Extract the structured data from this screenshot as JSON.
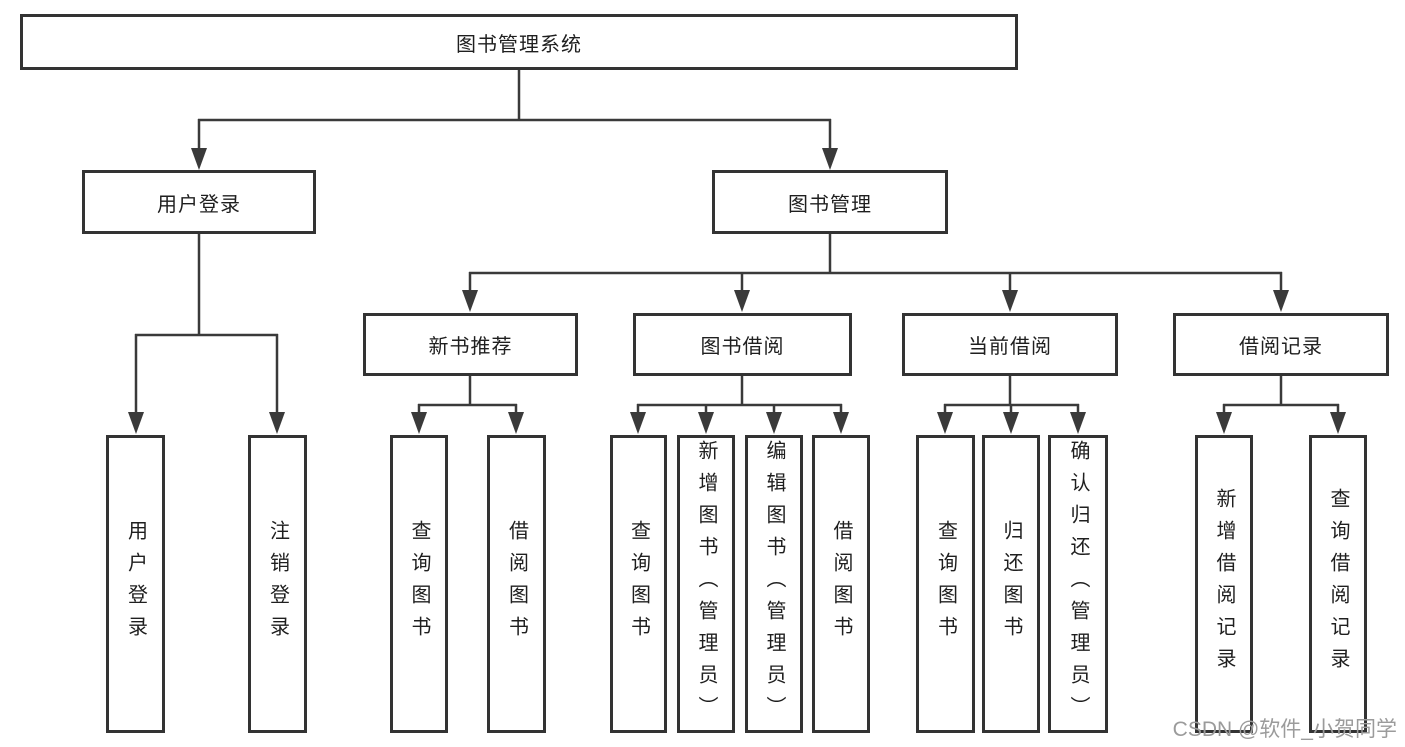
{
  "diagram": {
    "root": "图书管理系统",
    "branches": [
      {
        "label": "用户登录",
        "children": [
          "用户登录",
          "注销登录"
        ]
      },
      {
        "label": "图书管理",
        "groups": [
          {
            "label": "新书推荐",
            "children": [
              "查询图书",
              "借阅图书"
            ]
          },
          {
            "label": "图书借阅",
            "children": [
              "查询图书",
              "新增图书（管理员）",
              "编辑图书（管理员）",
              "借阅图书"
            ]
          },
          {
            "label": "当前借阅",
            "children": [
              "查询图书",
              "归还图书",
              "确认归还（管理员）"
            ]
          },
          {
            "label": "借阅记录",
            "children": [
              "新增借阅记录",
              "查询借阅记录"
            ]
          }
        ]
      }
    ],
    "watermark": "CSDN @软件_小贺同学",
    "colors": {
      "line": "#3a3a3a",
      "box_border": "#333333",
      "text": "#1f1f1f",
      "watermark_text": "#9b9b9b",
      "background": "#ffffff"
    }
  }
}
